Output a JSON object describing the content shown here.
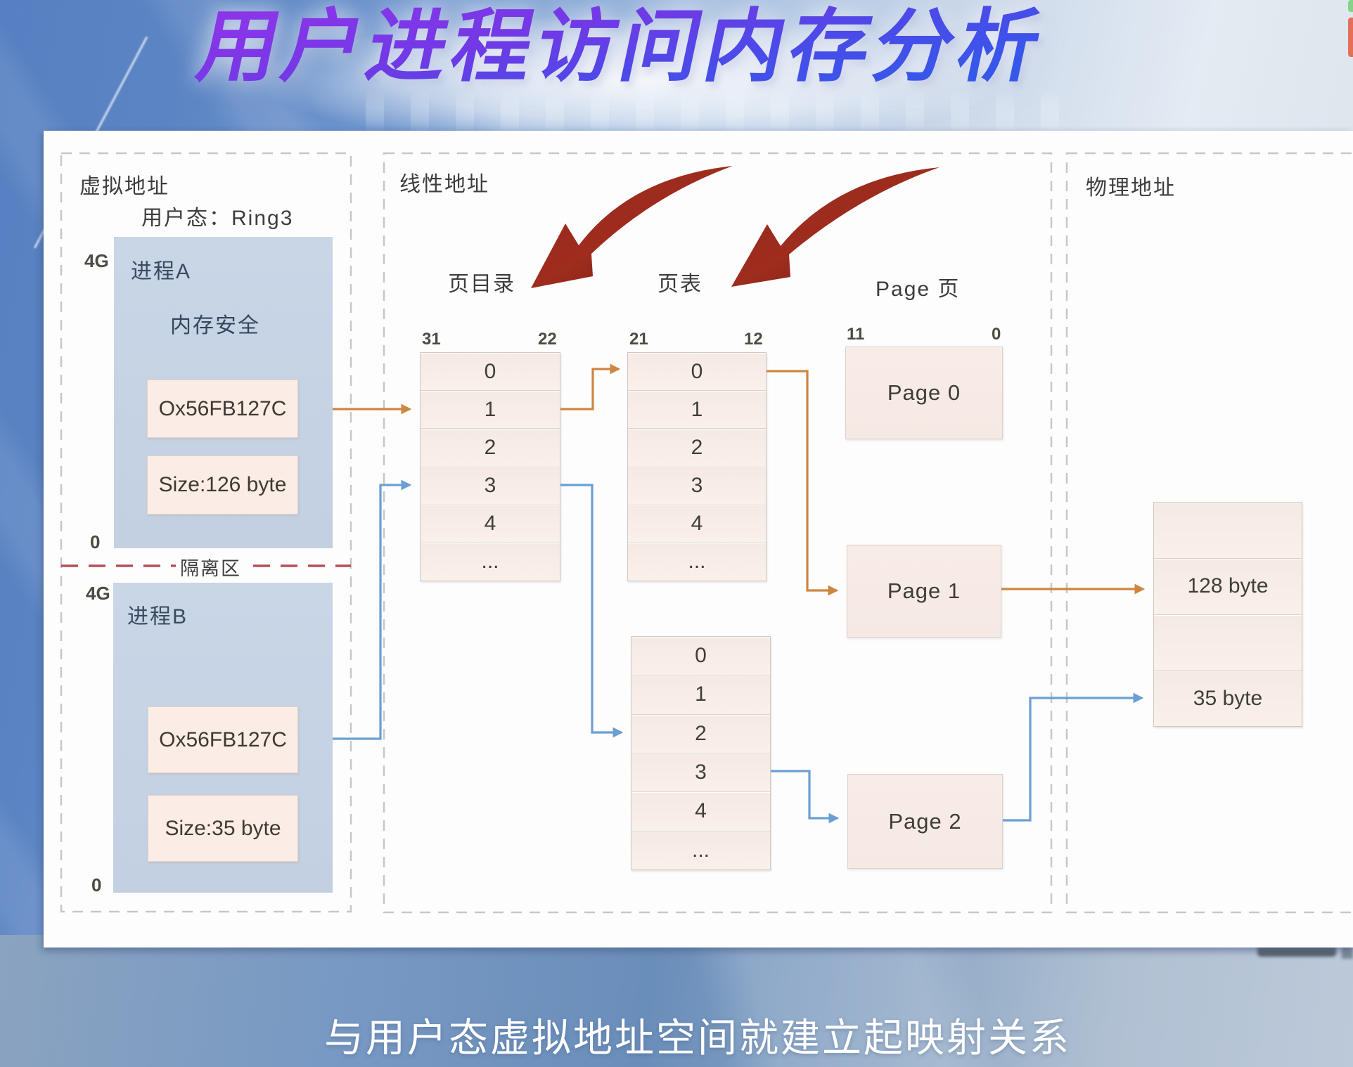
{
  "title": "用户进程访问内存分析",
  "caption": "与用户态虚拟地址空间就建立起映射关系",
  "colors": {
    "accent_orange": "#cd8742",
    "accent_blue": "#6b9fd4",
    "arrow_red": "#8a1f12",
    "isolation_red": "#b65059",
    "panel": "#fdfdfd",
    "process_fill": "#c6d3e4",
    "cell_fill": "#f7ebe6",
    "title_purple": "#8b35e8",
    "title_blue": "#3558ea"
  },
  "sections": {
    "virtual": {
      "label": "虚拟地址",
      "mode_label": "用户态：Ring3",
      "isolation_label": "隔离区",
      "process_a": {
        "name": "进程A",
        "note": "内存安全",
        "address": "Ox56FB127C",
        "size": "Size:126 byte",
        "top_label": "4G",
        "bottom_label": "0"
      },
      "process_b": {
        "name": "进程B",
        "address": "Ox56FB127C",
        "size": "Size:35 byte",
        "top_label": "4G",
        "bottom_label": "0"
      }
    },
    "linear": {
      "label": "线性地址",
      "page_directory": {
        "title": "页目录",
        "bit_high": "31",
        "bit_low": "22",
        "rows": [
          "0",
          "1",
          "2",
          "3",
          "4",
          "..."
        ]
      },
      "page_table": {
        "title": "页表",
        "bit_high": "21",
        "bit_low": "12",
        "rows": [
          "0",
          "1",
          "2",
          "3",
          "4",
          "..."
        ]
      },
      "page_table_2": {
        "rows": [
          "0",
          "1",
          "2",
          "3",
          "4",
          "..."
        ]
      },
      "pages": {
        "title": "Page 页",
        "bit_high": "11",
        "bit_low": "0",
        "page_0": "Page 0",
        "page_1": "Page 1",
        "page_2": "Page 2"
      }
    },
    "physical": {
      "label": "物理地址",
      "cells": [
        "",
        "128 byte",
        "",
        "35 byte"
      ]
    }
  }
}
